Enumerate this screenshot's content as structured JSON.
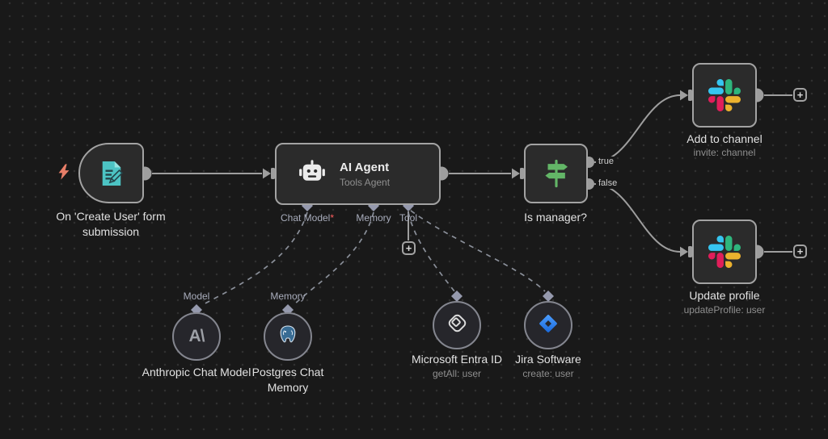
{
  "glyphs": {
    "plus": "+"
  },
  "trigger": {
    "title": "On 'Create User' form submission"
  },
  "agent": {
    "title": "AI Agent",
    "subtitle": "Tools Agent",
    "ports": {
      "chat_model": "Chat Model",
      "required_mark": "*",
      "memory": "Memory",
      "tool": "Tool"
    }
  },
  "is_manager": {
    "title": "Is manager?",
    "output_true": "true",
    "output_false": "false"
  },
  "add_to_channel": {
    "title": "Add to channel",
    "subtitle": "invite: channel"
  },
  "update_profile": {
    "title": "Update profile",
    "subtitle": "updateProfile: user"
  },
  "anthropic": {
    "title": "Anthropic Chat Model",
    "port_label": "Model",
    "logo_text": "A\\"
  },
  "postgres": {
    "title": "Postgres Chat Memory",
    "port_label": "Memory"
  },
  "entra": {
    "title": "Microsoft Entra ID",
    "subtitle": "getAll: user"
  },
  "jira": {
    "title": "Jira Software",
    "subtitle": "create: user"
  },
  "colors": {
    "background": "#191919",
    "grid_dot": "#303030",
    "node_fill": "#2b2b2b",
    "node_border": "#a3a3a3",
    "edge": "#9e9e9e",
    "edge_dashed": "#8a8f99",
    "port_diamond": "#9599ad",
    "text_primary": "#e2e2e2",
    "text_secondary": "#8f8f8f",
    "accent_teal": "#4cc3c3",
    "accent_green": "#63b667",
    "accent_coral": "#e87e68",
    "required_red": "#ff5e5e",
    "slack_blue": "#36C5F0",
    "slack_green": "#2EB67D",
    "slack_yellow": "#ECB22E",
    "slack_red": "#E01E5A",
    "jira_blue_light": "#4e9fff",
    "jira_blue_dark": "#1868db",
    "postgres_blue": "#396C94"
  }
}
